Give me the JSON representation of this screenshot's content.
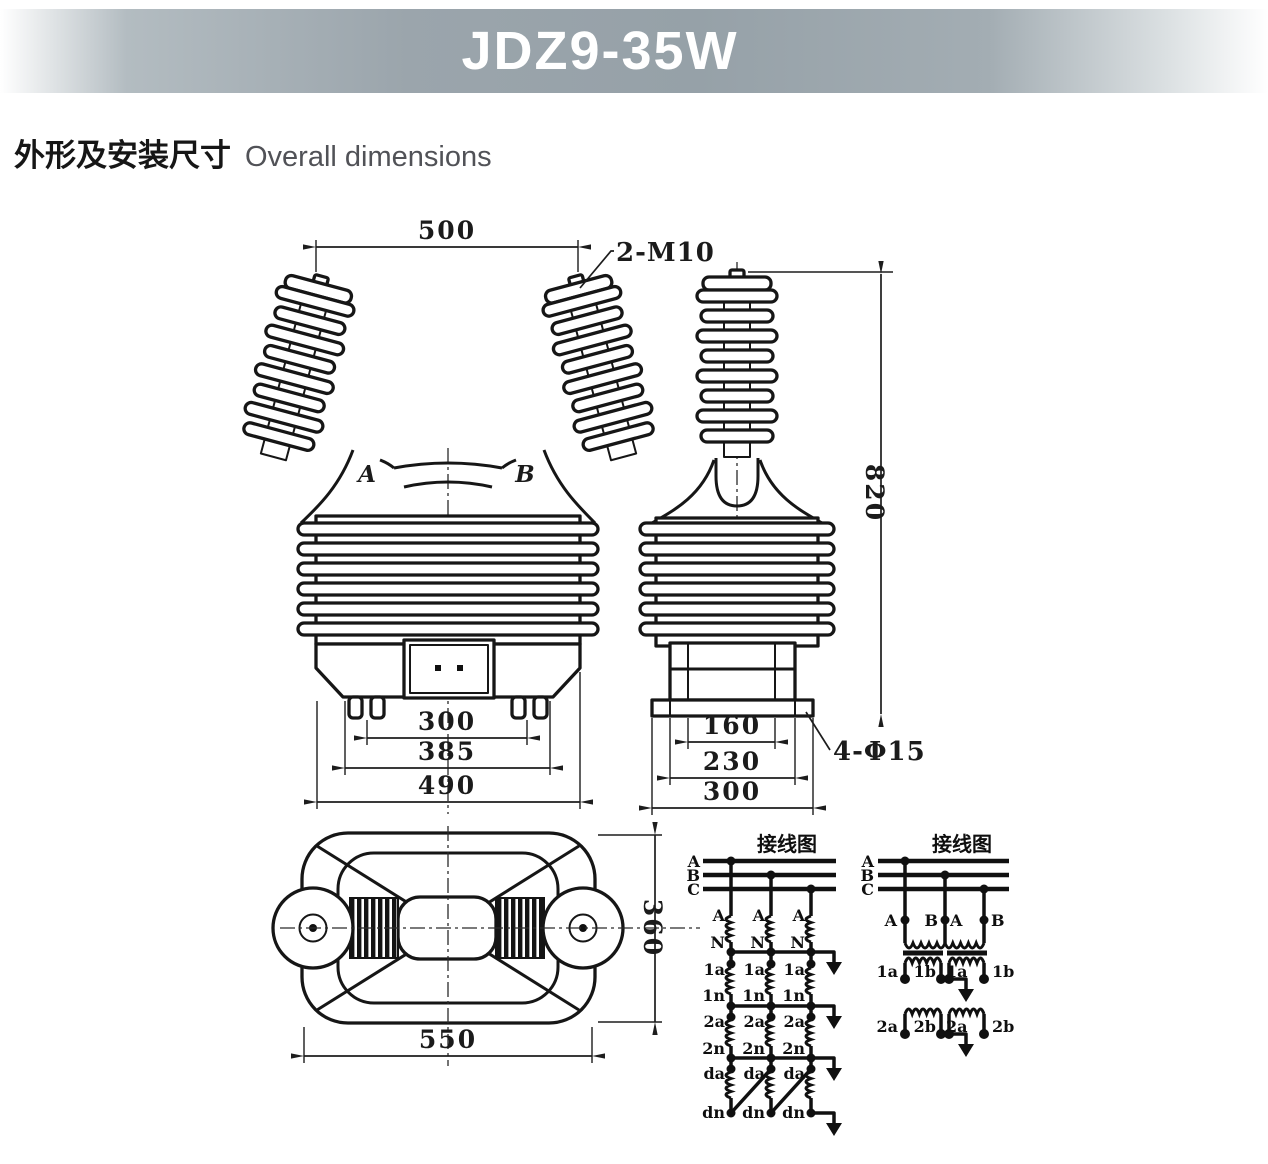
{
  "header": {
    "title": "JDZ9-35W"
  },
  "section": {
    "title_zh": "外形及安装尺寸",
    "title_en": "Overall dimensions"
  },
  "front_view": {
    "dim_top": "500",
    "bolt_label": "2-M10",
    "terminal_a": "A",
    "terminal_b": "B",
    "dim_feet": "300",
    "dim_mid": "385",
    "dim_base": "490"
  },
  "side_view": {
    "dim_height": "820",
    "hole_label": "4-Φ15",
    "dim_inner": "160",
    "dim_bolt_span": "230",
    "dim_flange": "300"
  },
  "plan_view": {
    "dim_width": "550",
    "dim_depth": "360"
  },
  "wiring_left": {
    "title": "接线图",
    "buses": [
      "A",
      "B",
      "C"
    ],
    "primary": {
      "top": "A",
      "bottom": "N"
    },
    "sec1": {
      "top": "1a",
      "bottom": "1n"
    },
    "sec2": {
      "top": "2a",
      "bottom": "2n"
    },
    "sec3": {
      "top": "da",
      "bottom": "dn"
    }
  },
  "wiring_right": {
    "title": "接线图",
    "buses": [
      "A",
      "B",
      "C"
    ],
    "primary_terminals": [
      "A",
      "B",
      "A",
      "B"
    ],
    "sec1_terminals": [
      "1a",
      "1b",
      "1a",
      "1b"
    ],
    "sec2_terminals": [
      "2a",
      "2b",
      "2a",
      "2b"
    ]
  },
  "colors": {
    "banner_gray": "#97a1a8",
    "line": "#161616",
    "title_text": "#ffffff"
  }
}
